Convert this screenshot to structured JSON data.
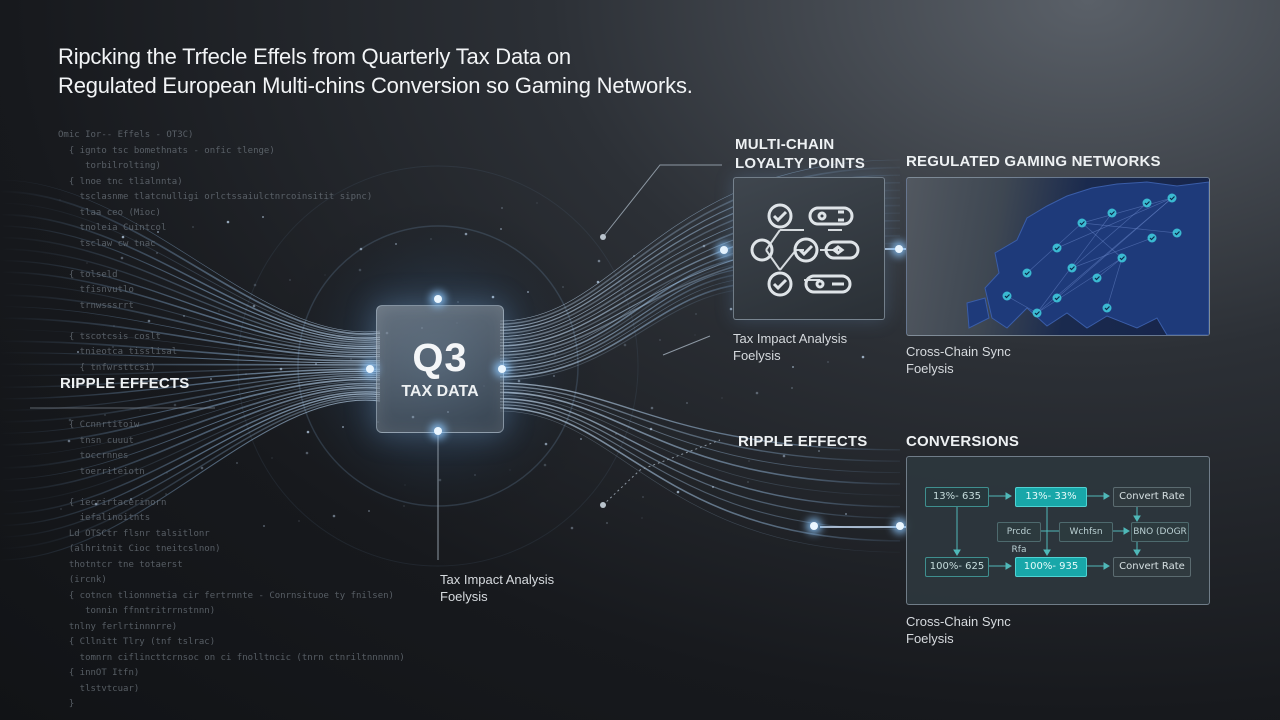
{
  "title": {
    "line1": "Ripcking the Trfecle Effels from Quarterly Tax Data on",
    "line2": "Regulated European Multi-chins Conversion so Gaming Networks."
  },
  "code_text": {
    "top": "Omic Ior-- Effels - OT3C)\n  { ignto tsc bomethnats - onfic tlenge)\n     torbilrolting)\n  { lnoe tnc tlialnnta)\n    tsclasnme tlatcnulligi orlctssaiulctnrcoinsitit sipnc)\n    tlaa ceo (Mioc)\n    tnoleia Cuintcol\n    tsclaw cw tnac\n\n  { tolseld\n    tfisnvutlo\n    trnwsssrrt\n\n  { tscotcsis coslt\n    tnieotca tisslisal\n    { tnfwrsttcsi)",
    "bottom": "  { Ccnnrtitoiw\n    tnsn cuuut\n    toccrnnes\n    toerriteiotn\n\n  { iecrirtacerinorn\n    iefalinoitnts\n  Ld OTSCtr flsnr talsitlonr\n  (alhritnit Cioc tneitcslnon)\n  thotntcr tne totaerst\n  (ircnk)\n  { cotncn tlionnnetia cir fertrnnte - Conrnsituoe ty fnilsen)\n     tonnin ffnntritrrnstnnn)\n  tnlny ferlrtinnnrre)\n  { Cllnitt Tlry (tnf tslrac)\n    tomnrn ciflincttcrnsoc on ci fnolltncic (tnrn ctnriltnnnnnn)\n  { innOT Itfn)\n    tlstvtcuar)\n  }"
  },
  "labels": {
    "ripple_left": "RIPPLE EFFECTS",
    "ripple_right": "RIPPLE EFFECTS",
    "loyalty_line1": "MULTI-CHAIN",
    "loyalty_line2": "LOYALTY POINTS",
    "regulated": "REGULATED GAMING NETWORKS",
    "conversions": "CONVERSIONS"
  },
  "center": {
    "big": "Q3",
    "small": "TAX DATA"
  },
  "captions": {
    "loyalty_a": "Tax Impact Analysis",
    "loyalty_b": "Foelysis",
    "map_a": "Cross-Chain Sync",
    "map_b": "Foelysis",
    "bottom_a": "Tax Impact Analysis",
    "bottom_b": "Foelysis",
    "conv_a": "Cross-Chain Sync",
    "conv_b": "Foelysis"
  },
  "conversion_nodes": {
    "r1c1": "13%- 635",
    "r1c2": "13%- 33%",
    "r1c3": "Convert Rate",
    "r2c1": "Prcdc Rfa",
    "r2c2": "Wchfsn",
    "r2c3": "BNO (DOGR",
    "r3c1": "100%- 625",
    "r3c2": "100%- 935",
    "r3c3": "Convert Rate"
  },
  "icons": [
    "check-circle-icon",
    "link-icon",
    "shield-icon",
    "node-network-icon"
  ],
  "colors": {
    "accent_teal": "#18a7a9",
    "glow_blue": "#8cc8ff",
    "map_blue": "#16244a"
  }
}
